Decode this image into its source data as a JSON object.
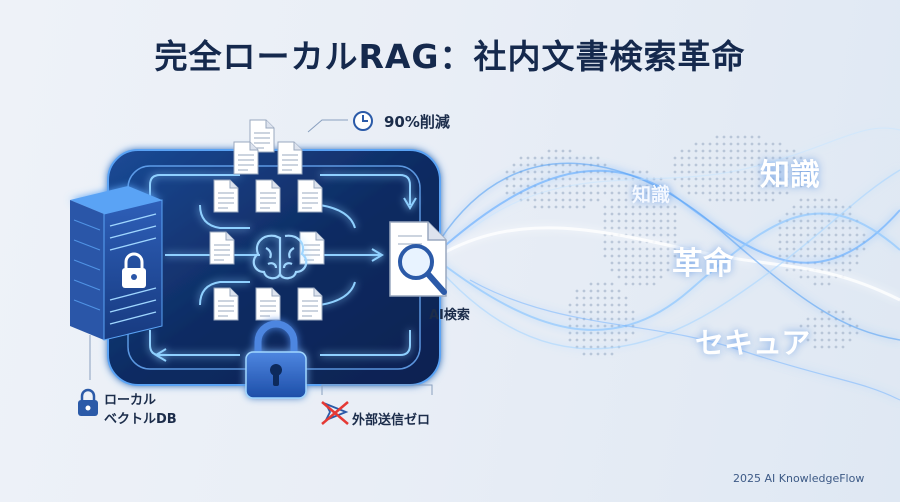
{
  "title": "完全ローカルRAG：社内文書検索革命",
  "labels": {
    "stat": "90%削減",
    "ai_search": "AI検索",
    "local_db_line1": "ローカル",
    "local_db_line2": "ベクトルDB",
    "zero_external": "外部送信ゼロ"
  },
  "wave_words": [
    "知識",
    "知識",
    "革命",
    "セキュア"
  ],
  "footer": "2025 AI KnowledgeFlow",
  "icons": [
    "server-icon",
    "lock-icon",
    "document-icon",
    "brain-icon",
    "magnifier-document-icon",
    "clock-icon",
    "no-send-icon"
  ],
  "colors": {
    "title": "#15294d",
    "panel_dark": "#0f2a5c",
    "accent_blue": "#3b82f6",
    "glow": "#7cc4ff",
    "cross_red": "#e53935"
  }
}
